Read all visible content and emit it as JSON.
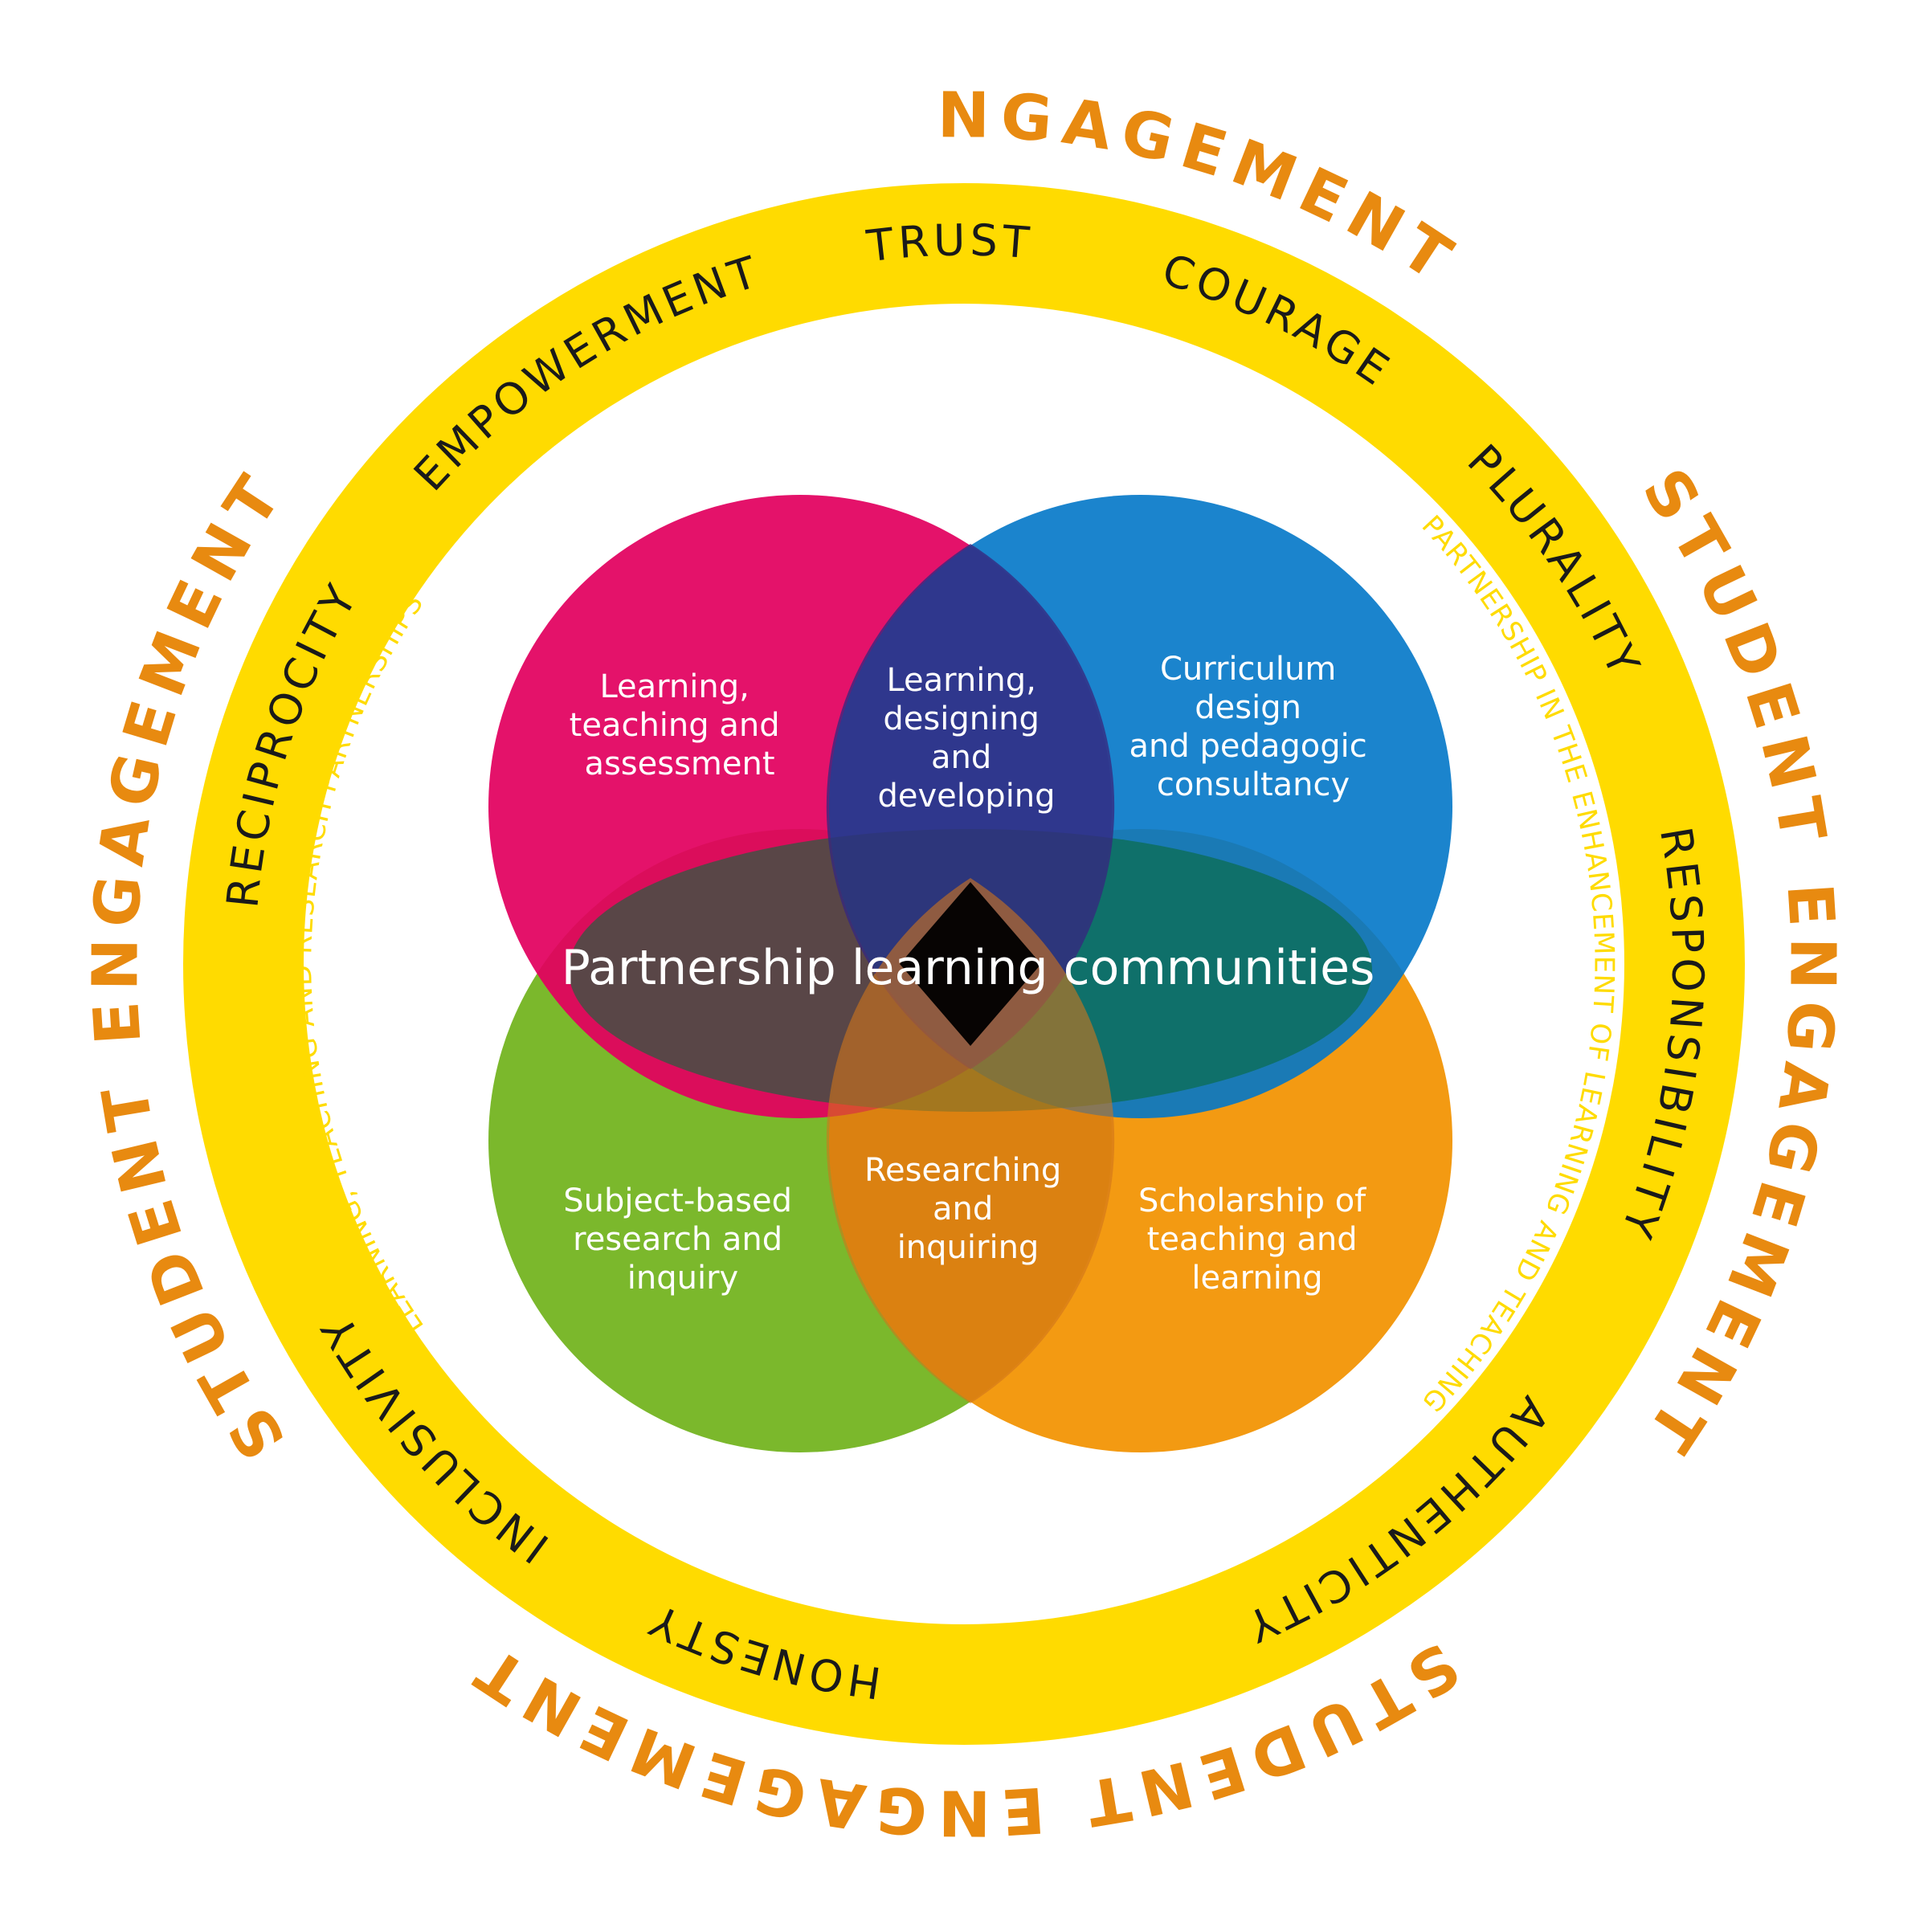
{
  "outer_ring": {
    "labels": [
      "STUDENT ENGAGEMENT",
      "STUDENT ENGAGEMENT",
      "STUDENT ENGAGEMENT",
      "STUDENT ENGAGEMENT"
    ],
    "color": "#E88A10"
  },
  "values_ring": {
    "color": "#FFDB00",
    "words": [
      "TRUST",
      "COURAGE",
      "PLURALITY",
      "RESPONSIBILITY",
      "AUTHENTICITY",
      "HONESTY",
      "INCLUSIVITY",
      "RECIPROCITY",
      "EMPOWERMENT"
    ]
  },
  "partnership_labels": {
    "left": "LEARNING, TEACHING AND RESEARCH PARTNERSHIPS",
    "right": "PARTNERSHIP IN THE ENHANCEMENT OF LEARNING AND TEACHING",
    "color": "#FFDB00"
  },
  "circles": {
    "top_left": {
      "lines": [
        "Learning,",
        "teaching and",
        "assessment"
      ],
      "color": "#E2005F"
    },
    "top_right": {
      "lines": [
        "Curriculum",
        "design",
        "and pedagogic",
        "consultancy"
      ],
      "color": "#0277C8"
    },
    "bottom_left": {
      "lines": [
        "Subject-based",
        "research and",
        "inquiry"
      ],
      "color": "#7BB82C"
    },
    "bottom_right": {
      "lines": [
        "Scholarship of",
        "teaching and",
        "learning"
      ],
      "color": "#F29200"
    },
    "middle": {
      "color": "#0A6B3C"
    },
    "top_overlap": {
      "lines": [
        "Learning,",
        "designing",
        "and",
        "developing"
      ],
      "color": "#36287F"
    },
    "bottom_overlap": {
      "lines": [
        "Researching",
        "and",
        "inquiring"
      ],
      "color": "#D0741A"
    }
  },
  "center_label": "Partnership learning communities"
}
